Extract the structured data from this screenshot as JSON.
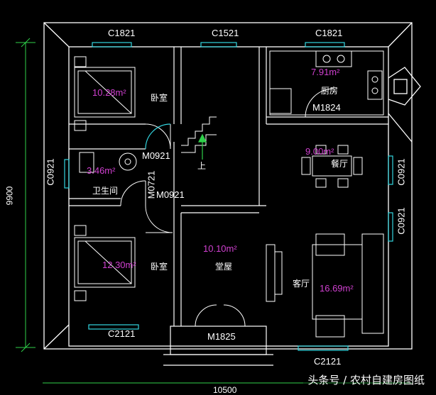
{
  "window_codes": {
    "top_left": "C1821",
    "top_middle": "C1521",
    "top_right": "C1821",
    "left": "C0921",
    "right_upper": "C0921",
    "right_lower": "C0921",
    "bottom_left": "C2121",
    "bottom_right": "C2121"
  },
  "door_codes": {
    "bedroom_upper": "M0921",
    "bathroom": "M0721",
    "bedroom_lower": "M0921",
    "kitchen": "M1824",
    "main_entrance": "M1825"
  },
  "rooms": {
    "bedroom_upper": {
      "name": "卧室",
      "area": "10.28m²"
    },
    "bathroom": {
      "name": "卫生间",
      "area": "3.46m²"
    },
    "bedroom_lower": {
      "name": "卧室",
      "area": "12.30m²"
    },
    "hall": {
      "name": "堂屋",
      "area": "10.10m²"
    },
    "kitchen": {
      "name": "厨房",
      "area": "7.91m²"
    },
    "dining": {
      "name": "餐厅",
      "area": "9.00m²"
    },
    "living": {
      "name": "客厅",
      "area": "16.69m²"
    }
  },
  "stair_label": "上",
  "dimensions": {
    "height": "9900",
    "width": "10500"
  },
  "watermark": "头条号 / 农村自建房图纸",
  "colors": {
    "background": "#000000",
    "wall": "#ffffff",
    "window": "#33d6e0",
    "area_text": "#d040d0",
    "dim_line": "#2fd04a"
  }
}
